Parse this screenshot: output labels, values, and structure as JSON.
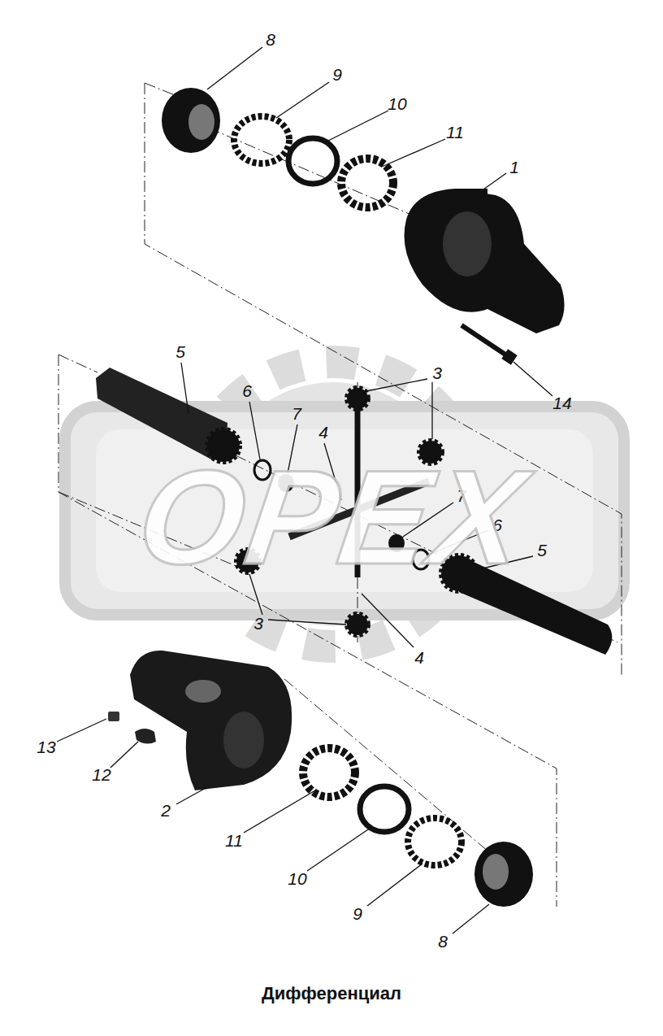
{
  "diagram": {
    "caption": "Дифференциал",
    "labels": [
      "8",
      "9",
      "10",
      "11",
      "1",
      "5",
      "3",
      "6",
      "7",
      "4",
      "14",
      "7",
      "6",
      "5",
      "3",
      "4",
      "13",
      "12",
      "2",
      "11",
      "10",
      "9",
      "8",
      "OPEX"
    ]
  }
}
